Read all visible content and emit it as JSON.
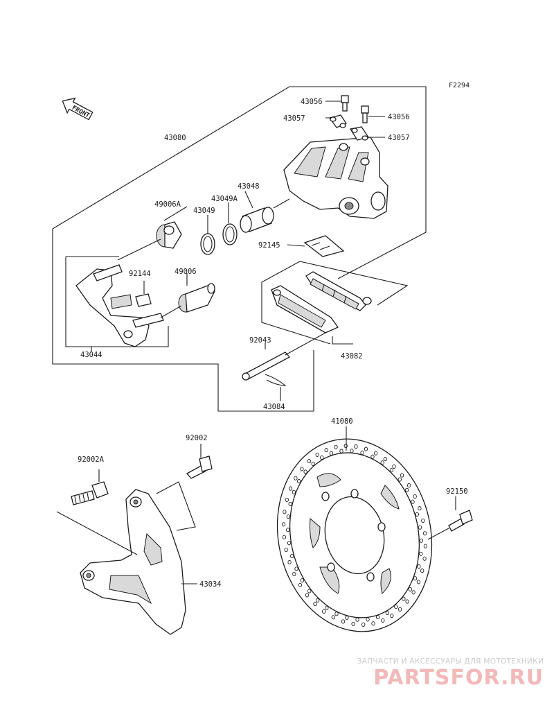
{
  "figure_code": "F2294",
  "front_label": "FRONT",
  "callouts": {
    "p43080": "43080",
    "p43056_a": "43056",
    "p43056_b": "43056",
    "p43057_a": "43057",
    "p43057_b": "43057",
    "p43048": "43048",
    "p49006A": "49006A",
    "p43049A": "43049A",
    "p43049": "43049",
    "p92145": "92145",
    "p92144": "92144",
    "p49006": "49006",
    "p43044": "43044",
    "p92043": "92043",
    "p43082": "43082",
    "p43084": "43084",
    "p41080": "41080",
    "p92002": "92002",
    "p92002A": "92002A",
    "p92150": "92150",
    "p43034": "43034"
  },
  "watermark": {
    "subtitle": "ЗАПЧАСТИ И АКСЕССУАРЫ ДЛЯ МОТОТЕХНИКИ",
    "brand": "PARTSFOR.RU"
  }
}
